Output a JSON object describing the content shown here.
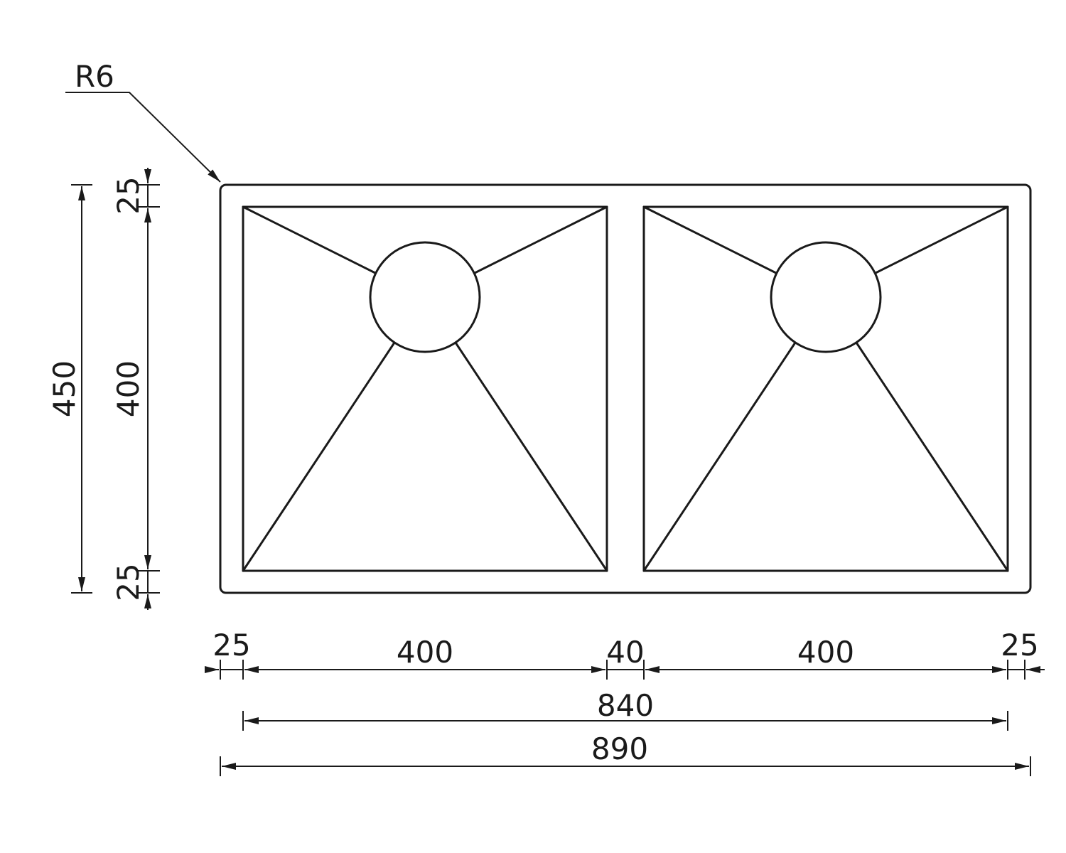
{
  "drawing": {
    "radius_label": "R6",
    "dims": {
      "outer_height": "450",
      "bowl_height": "400",
      "top_rim": "25",
      "bottom_rim": "25",
      "left_rim": "25",
      "left_bowl_width": "400",
      "divider": "40",
      "right_bowl_width": "400",
      "right_rim": "25",
      "inner_width": "840",
      "overall_width": "890"
    }
  }
}
